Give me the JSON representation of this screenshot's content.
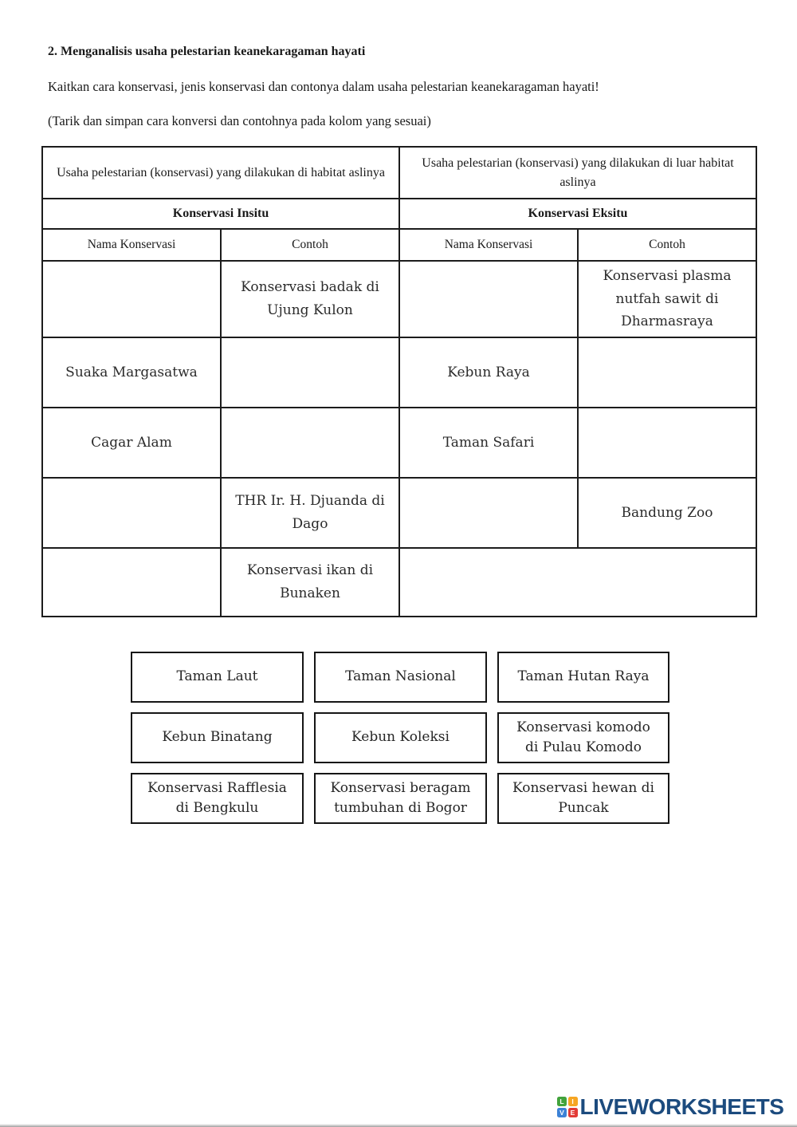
{
  "page": {
    "title": "2. Menganalisis usaha pelestarian keanekaragaman hayati",
    "instruction": "Kaitkan cara konservasi, jenis konservasi dan contonya dalam usaha pelestarian keanekaragaman hayati!",
    "hint": "(Tarik dan simpan cara konversi dan contohnya pada kolom yang sesuai)"
  },
  "table": {
    "insitu": {
      "header": "Usaha pelestarian (konservasi) yang dilakukan di habitat aslinya",
      "subheader": "Konservasi Insitu",
      "col_nama": "Nama Konservasi",
      "col_contoh": "Contoh"
    },
    "eksitu": {
      "header": "Usaha pelestarian (konservasi) yang dilakukan di luar habitat aslinya",
      "subheader": "Konservasi Eksitu",
      "col_nama": "Nama Konservasi",
      "col_contoh": "Contoh"
    },
    "rows": [
      {
        "insitu_nama": "",
        "insitu_contoh": "Konservasi badak di Ujung Kulon",
        "eksitu_nama": "",
        "eksitu_contoh": "Konservasi plasma nutfah sawit di Dharmasraya"
      },
      {
        "insitu_nama": "Suaka Margasatwa",
        "insitu_contoh": "",
        "eksitu_nama": "Kebun Raya",
        "eksitu_contoh": ""
      },
      {
        "insitu_nama": "Cagar Alam",
        "insitu_contoh": "",
        "eksitu_nama": "Taman Safari",
        "eksitu_contoh": ""
      },
      {
        "insitu_nama": "",
        "insitu_contoh": "THR Ir. H. Djuanda di Dago",
        "eksitu_nama": "",
        "eksitu_contoh": "Bandung Zoo"
      },
      {
        "insitu_nama": "",
        "insitu_contoh": "Konservasi ikan di Bunaken"
      }
    ]
  },
  "drag_items": [
    "Taman Laut",
    "Taman Nasional",
    "Taman Hutan Raya",
    "Kebun Binatang",
    "Kebun Koleksi",
    "Konservasi komodo di Pulau Komodo",
    "Konservasi Rafflesia di Bengkulu",
    "Konservasi beragam tumbuhan di Bogor",
    "Konservasi hewan di Puncak"
  ],
  "footer": {
    "brand": "LIVEWORKSHEETS",
    "brand_color": "#1c4b7e",
    "icon": {
      "letters": [
        "L",
        "I",
        "V",
        "E"
      ],
      "colors": [
        "#42a33c",
        "#f6a623",
        "#3c82d6",
        "#e23b36"
      ]
    }
  }
}
